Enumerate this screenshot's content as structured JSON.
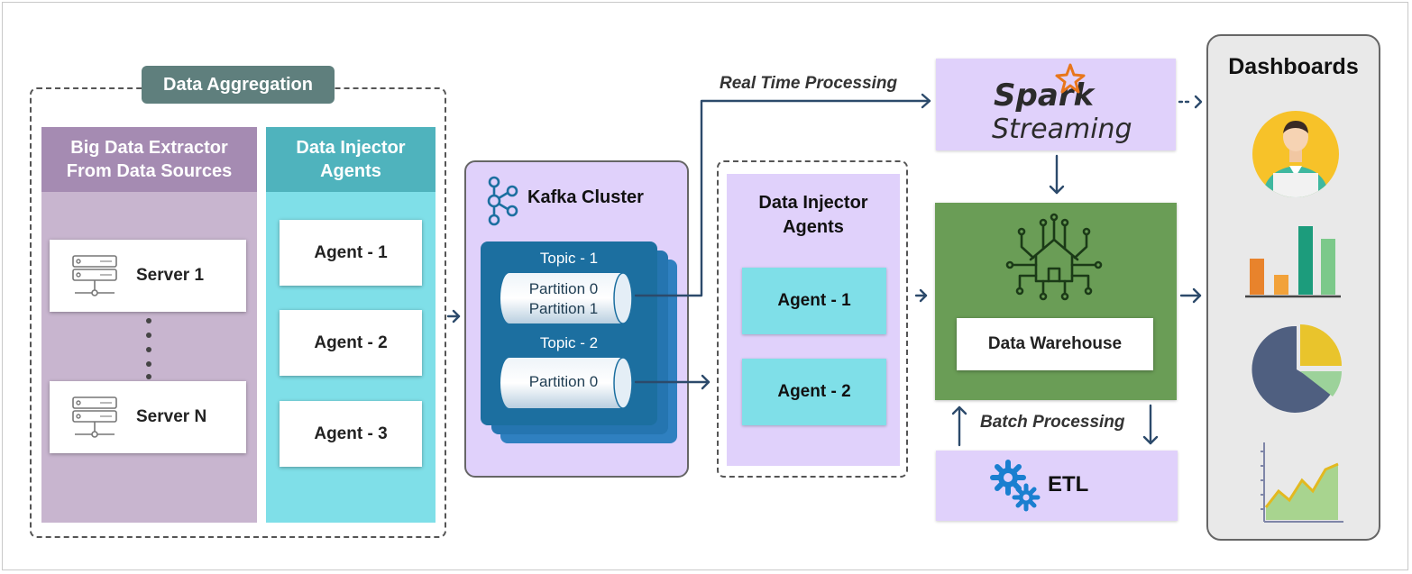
{
  "aggregation": {
    "label": "Data Aggregation",
    "extractor_header": "Big Data Extractor From Data Sources",
    "injector_header": "Data Injector Agents",
    "servers": [
      "Server 1",
      "Server N"
    ],
    "agents": [
      "Agent - 1",
      "Agent - 2",
      "Agent - 3"
    ]
  },
  "kafka": {
    "title": "Kafka Cluster",
    "topics": [
      {
        "name": "Topic - 1",
        "partitions": [
          "Partition 0",
          "Partition 1"
        ]
      },
      {
        "name": "Topic - 2",
        "partitions": [
          "Partition 0"
        ]
      }
    ]
  },
  "injector2": {
    "title": "Data Injector Agents",
    "agents": [
      "Agent - 1",
      "Agent - 2"
    ]
  },
  "flows": {
    "realtime": "Real Time Processing",
    "batch": "Batch Processing"
  },
  "spark": {
    "line1": "Spark",
    "line2": "Streaming"
  },
  "warehouse": {
    "label": "Data Warehouse"
  },
  "etl": {
    "label": "ETL"
  },
  "dashboards": {
    "title": "Dashboards"
  },
  "colors": {
    "purple_dark": "#a58bb2",
    "purple_light": "#c8b5cf",
    "teal_dark": "#4fb3bd",
    "teal_light": "#7fdfe8",
    "lavender": "#e0d1fb",
    "kafka_blue": "#1c6fa0",
    "warehouse_green": "#6a9d56",
    "arrow": "#2c4a6b",
    "dash_gray": "#e9e9e9"
  }
}
